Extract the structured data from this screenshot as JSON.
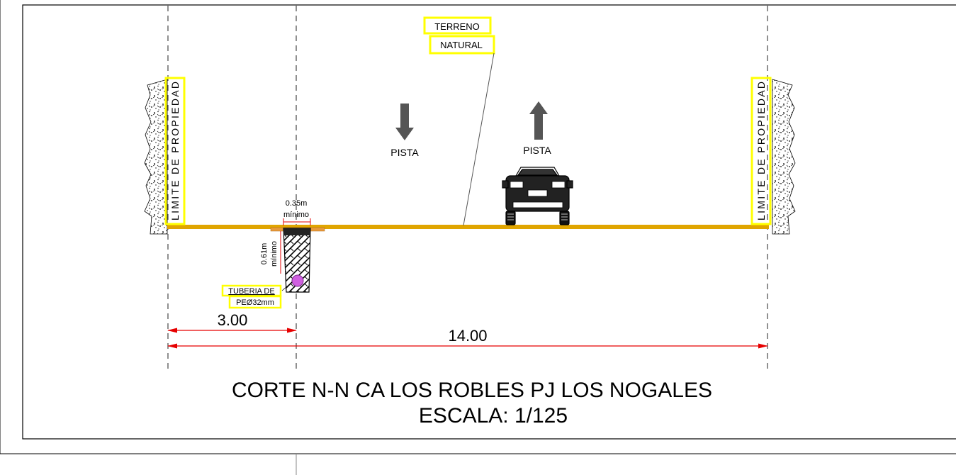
{
  "title": "CORTE N-N CA LOS ROBLES PJ LOS NOGALES",
  "scale": "ESCALA: 1/125",
  "labels": {
    "terreno": "TERRENO",
    "natural": "NATURAL",
    "pista_left": "PISTA",
    "pista_right": "PISTA",
    "limite_left": "LIMITE DE PROPIEDAD",
    "limite_right": "LIMITE DE PROPIEDAD",
    "trench_width": "0.35m",
    "trench_width_min": "mínimo",
    "trench_depth": "0.61m",
    "trench_depth_min": "mínimo",
    "tuberia_line1": "TUBERIA DE",
    "tuberia_line2": "PEØ32mm"
  },
  "dimensions": {
    "left_offset": "3.00",
    "total_width": "14.00"
  },
  "colors": {
    "ground_line": "#e0a500",
    "dimension": "#e60000",
    "label_box": "#ffff00",
    "pipe": "#d060e0",
    "arrow": "#555555"
  }
}
